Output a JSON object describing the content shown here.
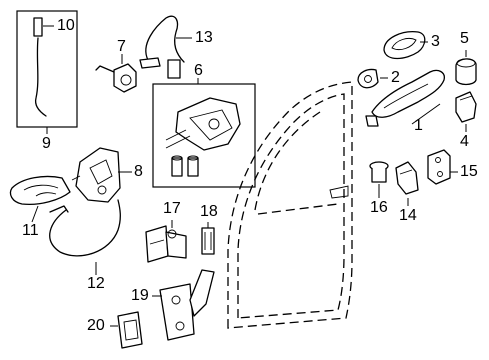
{
  "diagram": {
    "callouts": [
      {
        "key": "c1",
        "label": "1"
      },
      {
        "key": "c2",
        "label": "2"
      },
      {
        "key": "c3",
        "label": "3"
      },
      {
        "key": "c4",
        "label": "4"
      },
      {
        "key": "c5",
        "label": "5"
      },
      {
        "key": "c6",
        "label": "6"
      },
      {
        "key": "c7",
        "label": "7"
      },
      {
        "key": "c8",
        "label": "8"
      },
      {
        "key": "c9",
        "label": "9"
      },
      {
        "key": "c10",
        "label": "10"
      },
      {
        "key": "c11",
        "label": "11"
      },
      {
        "key": "c12",
        "label": "12"
      },
      {
        "key": "c13",
        "label": "13"
      },
      {
        "key": "c14",
        "label": "14"
      },
      {
        "key": "c15",
        "label": "15"
      },
      {
        "key": "c16",
        "label": "16"
      },
      {
        "key": "c17",
        "label": "17"
      },
      {
        "key": "c18",
        "label": "18"
      },
      {
        "key": "c19",
        "label": "19"
      },
      {
        "key": "c20",
        "label": "20"
      }
    ]
  }
}
